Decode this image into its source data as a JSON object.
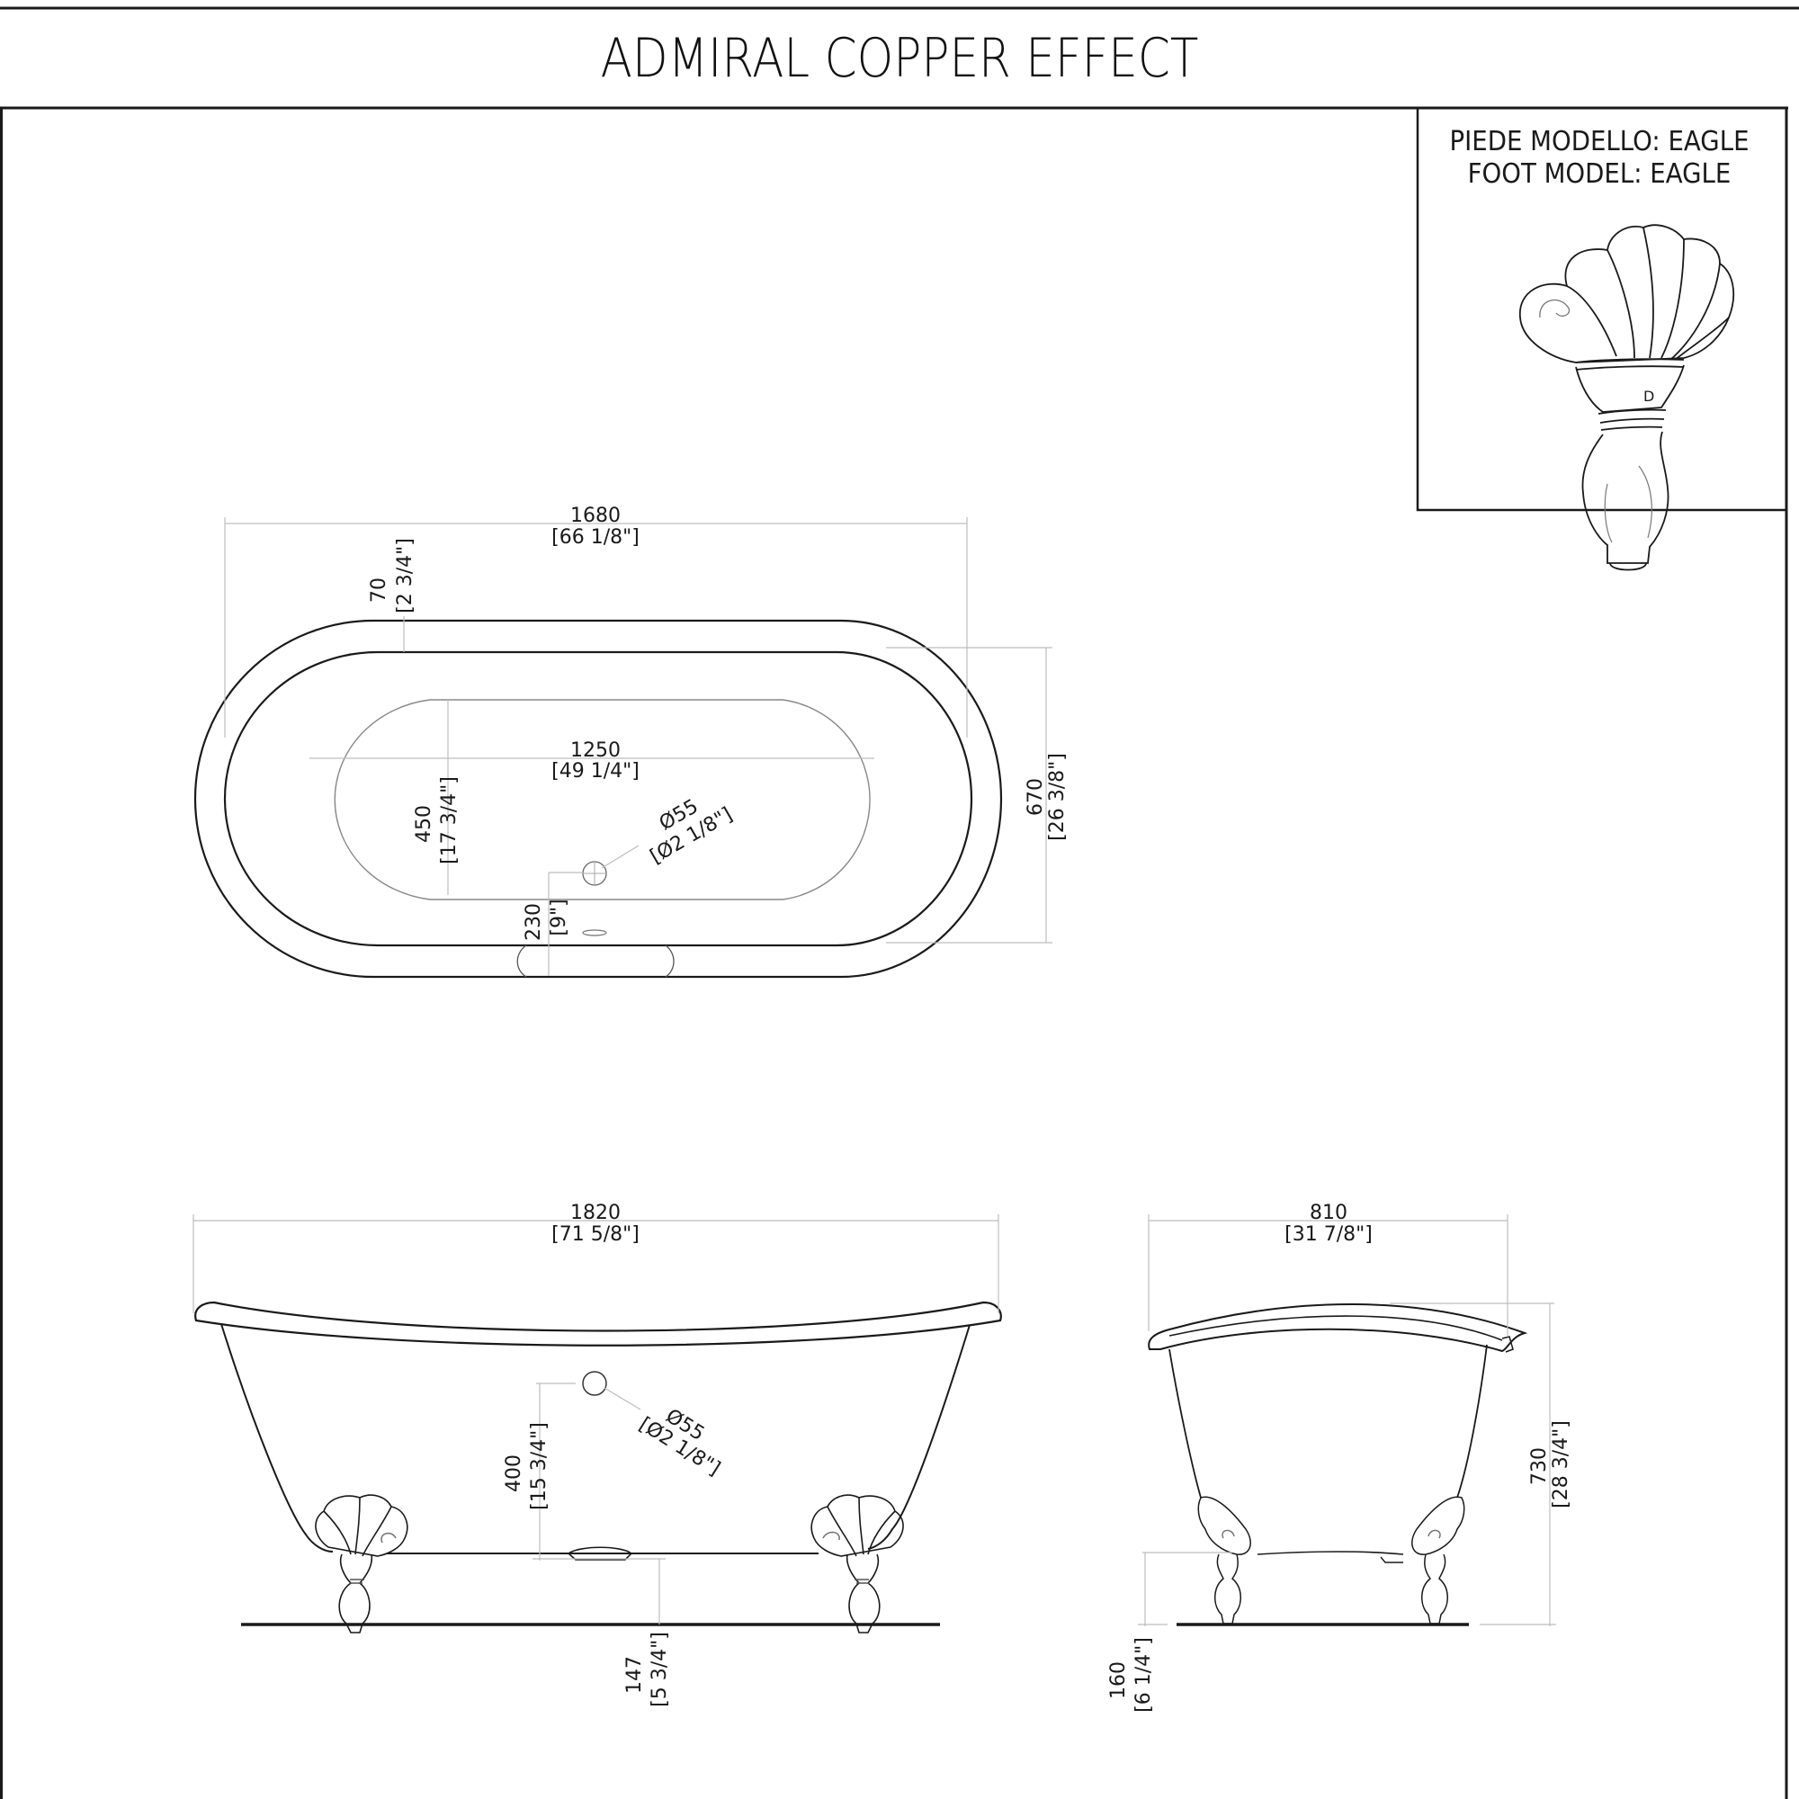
{
  "title": "ADMIRAL COPPER EFFECT",
  "foot_box": {
    "line1": "PIEDE MODELLO: EAGLE",
    "line2": "FOOT MODEL: EAGLE",
    "illustration": "eagle-claw-foot-icon"
  },
  "top_view": {
    "overall_length": {
      "mm": "1680",
      "in": "[66 1/8\"]"
    },
    "rim_width": {
      "mm": "70",
      "in": "[2 3/4\"]"
    },
    "inner_length": {
      "mm": "1250",
      "in": "[49 1/4\"]"
    },
    "inner_width": {
      "mm": "450",
      "in": "[17 3/4\"]"
    },
    "overall_width": {
      "mm": "670",
      "in": "[26 3/8\"]"
    },
    "drain_diameter": {
      "mm": "Ø55",
      "in": "[Ø2 1/8\"]"
    },
    "drain_offset": {
      "mm": "230",
      "in": "[9\"]"
    }
  },
  "front_view": {
    "overall_length": {
      "mm": "1820",
      "in": "[71 5/8\"]"
    },
    "overflow_diameter": {
      "mm": "Ø55",
      "in": "[Ø2 1/8\"]"
    },
    "overflow_height": {
      "mm": "400",
      "in": "[15 3/4\"]"
    },
    "floor_clearance": {
      "mm": "147",
      "in": "[5 3/4\"]"
    }
  },
  "side_view": {
    "overall_width": {
      "mm": "810",
      "in": "[31 7/8\"]"
    },
    "overall_height": {
      "mm": "730",
      "in": "[28 3/4\"]"
    },
    "floor_clearance": {
      "mm": "160",
      "in": "[6 1/4\"]"
    }
  },
  "colors": {
    "line": "#1a1a1a",
    "dimension": "#b8b8b8",
    "background": "#ffffff"
  }
}
